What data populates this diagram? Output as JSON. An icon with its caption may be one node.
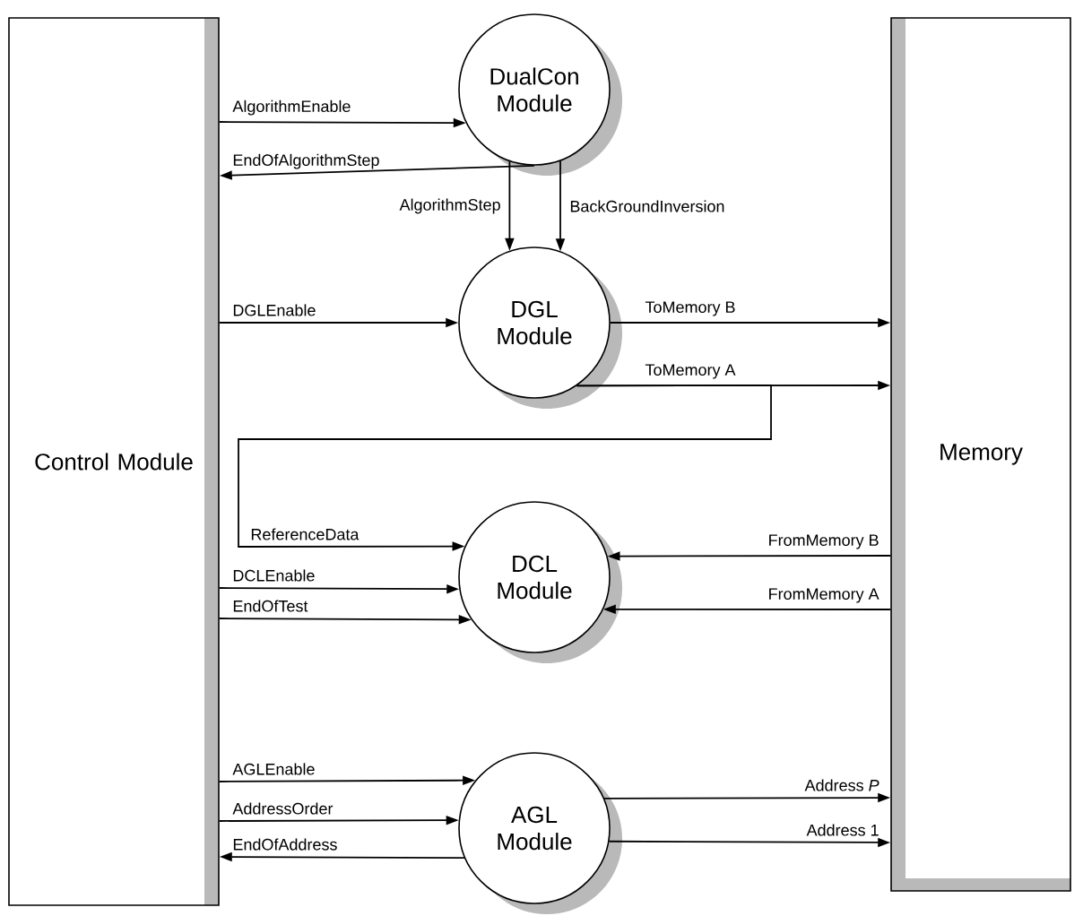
{
  "diagram": {
    "nodes": [
      {
        "text": [
          "Control Module"
        ]
      },
      {
        "text": [
          "DualCon Module"
        ]
      },
      {
        "text": [
          "DGL Module"
        ]
      },
      {
        "text": [
          "DCL Module"
        ]
      },
      {
        "text": [
          "AGL Module"
        ]
      },
      {
        "text": [
          "Memory"
        ]
      }
    ],
    "edges": [
      {
        "from": 0,
        "to": 1,
        "arrow": "to",
        "label": "AlgorithmEnable"
      },
      {
        "from": 1,
        "to": 0,
        "arrow": "to",
        "label": "EndOfAlgorithmStep"
      },
      {
        "from": 1,
        "to": 2,
        "arrow": "to",
        "label": "AlgorithmStep"
      },
      {
        "from": 1,
        "to": 2,
        "arrow": "to",
        "label": "BackGroundInversion"
      },
      {
        "from": 0,
        "to": 2,
        "arrow": "to",
        "label": "DGLEnable"
      },
      {
        "from": 2,
        "to": 5,
        "arrow": "to",
        "label": "ToMemory B"
      },
      {
        "from": 2,
        "to": 5,
        "arrow": "to",
        "label": "ToMemory A"
      },
      {
        "from": 2,
        "to": 3,
        "arrow": "to",
        "label": "ReferenceData"
      },
      {
        "from": 0,
        "to": 3,
        "arrow": "to",
        "label": "DCLEnable"
      },
      {
        "from": 0,
        "to": 3,
        "arrow": "to",
        "label": "EndOfTest"
      },
      {
        "from": 5,
        "to": 3,
        "arrow": "to",
        "label": "FromMemory B"
      },
      {
        "from": 5,
        "to": 3,
        "arrow": "to",
        "label": "FromMemory A"
      },
      {
        "from": 0,
        "to": 4,
        "arrow": "to",
        "label": "AGLEnable"
      },
      {
        "from": 0,
        "to": 4,
        "arrow": "to",
        "label": "AddressOrder"
      },
      {
        "from": 4,
        "to": 0,
        "arrow": "to",
        "label": "EndOfAddress"
      },
      {
        "from": 4,
        "to": 5,
        "arrow": "to",
        "label": "Address *P*"
      },
      {
        "from": 4,
        "to": 5,
        "arrow": "to",
        "label": "Address 1"
      }
    ]
  }
}
